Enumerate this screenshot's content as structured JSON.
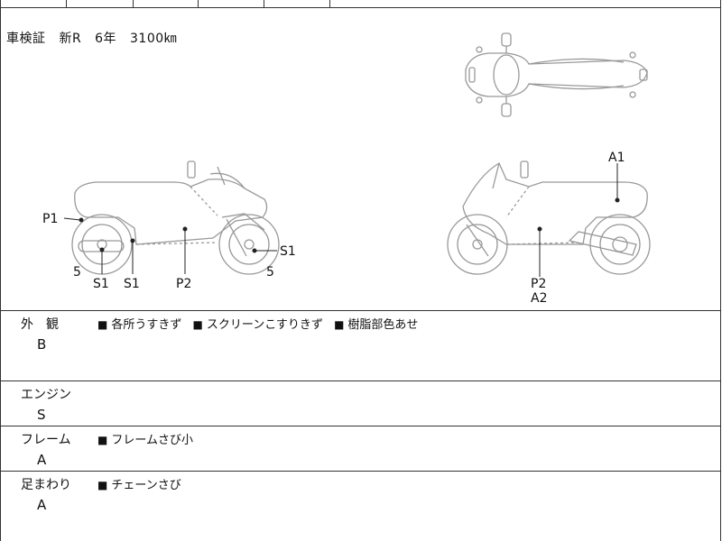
{
  "inspection": {
    "label": "車検証",
    "status": "新R",
    "years": "6年",
    "mileage": "3100㎞"
  },
  "diagram_labels": {
    "left_side": [
      "P1",
      "5",
      "S1",
      "S1",
      "P2",
      "S1",
      "5"
    ],
    "right_side": [
      "A1",
      "P2",
      "A2"
    ]
  },
  "sections": [
    {
      "name": "外　観",
      "grade": "B",
      "notes": [
        "各所うすきず",
        "スクリーンこすりきず",
        "樹脂部色あせ"
      ]
    },
    {
      "name": "エンジン",
      "grade": "S",
      "notes": []
    },
    {
      "name": "フレーム",
      "grade": "A",
      "notes": [
        "フレームさび小"
      ]
    },
    {
      "name": "足まわり",
      "grade": "A",
      "notes": [
        "チェーンさび"
      ]
    }
  ],
  "bullet_symbol": "■"
}
